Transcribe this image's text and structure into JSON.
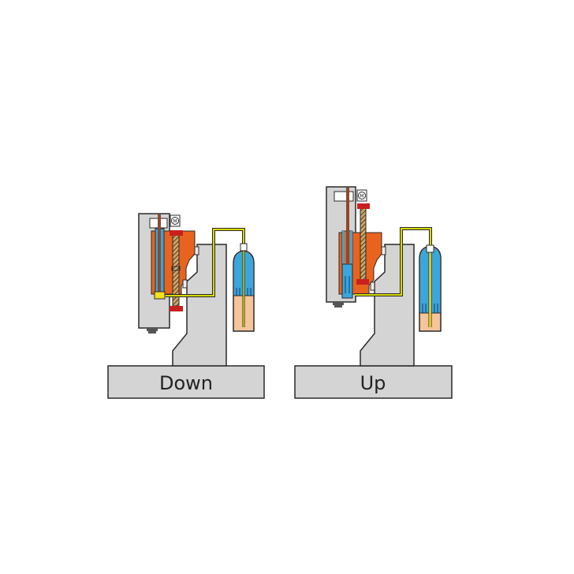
{
  "panels": [
    {
      "label": "Down",
      "state": "down"
    },
    {
      "label": "Up",
      "state": "up"
    }
  ],
  "motor_symbol": "M",
  "colors": {
    "frame": "#d4d4d4",
    "outline": "#2a2a2a",
    "block": "#e8641e",
    "cylinder": "#3aa6dc",
    "rod": "#8b4a2b",
    "brake": "#c8201e",
    "fluid_line": "#d8d800",
    "liquid": "#f4c49a",
    "sensor": "#f2e21a"
  }
}
